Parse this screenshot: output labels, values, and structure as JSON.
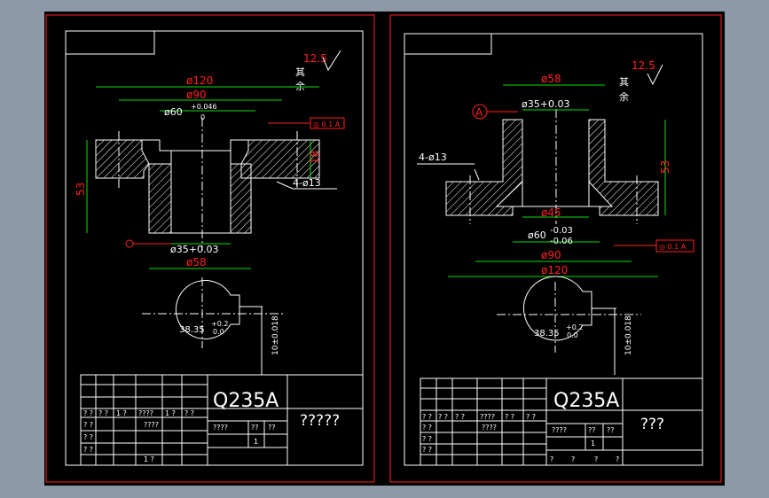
{
  "colors": {
    "background": "#8d99a6",
    "drawing": "#000000",
    "line": "#ffffff",
    "border": "#ff2020",
    "dimension": "#00e000"
  },
  "left_sheet": {
    "roughness": "12.5",
    "roughness_note_line1": "其",
    "roughness_note_line2": "余",
    "dim_d120": "ø120",
    "dim_d90": "ø90",
    "dim_d60": "ø60",
    "dim_d60_upper": "+0.046",
    "dim_d60_lower": "0",
    "dim_d35": "ø35+0.03",
    "dim_d58": "ø58",
    "dim_53": "53",
    "dim_18": "18",
    "holes": "4-ø13",
    "tolerance_box": "◎ 0.1 A",
    "keyway": "38.35",
    "keyway_upper": "+0.2",
    "keyway_lower": "0.0",
    "keyway_width": "10±0.018",
    "material": "Q235A",
    "title": "?????",
    "tb_row1": [
      "? ?",
      "? ?",
      "1  ?",
      "????",
      "1  ?",
      "? ?"
    ],
    "tb_row2": [
      "? ?",
      "????"
    ],
    "tb_row3": [
      "? ?"
    ],
    "tb_row4": [
      "? ?",
      "1  ?"
    ],
    "tb_mid": [
      "????",
      "??",
      "??"
    ],
    "tb_scale": "1"
  },
  "right_sheet": {
    "roughness": "12.5",
    "roughness_note_line1": "其",
    "roughness_note_line2": "余",
    "datum": "A",
    "dim_d58": "ø58",
    "dim_d35": "ø35+0.03",
    "dim_d45": "ø45",
    "dim_d60": "ø60",
    "dim_d60_upper": "-0.03",
    "dim_d60_lower": "-0.06",
    "dim_d90": "ø90",
    "dim_d120": "ø120",
    "dim_53": "53",
    "holes": "4-ø13",
    "tolerance_box": "◎ 0.1 A",
    "keyway": "38.35",
    "keyway_upper": "+0.2",
    "keyway_lower": "0.0",
    "keyway_width": "10±0.018",
    "material": "Q235A",
    "title": "???",
    "tb_row1": [
      "? ?",
      "? ?",
      "? ?",
      "????",
      "? ?",
      "? ?"
    ],
    "tb_row2": [
      "? ?",
      "????"
    ],
    "tb_row3": [
      "? ?"
    ],
    "tb_row4": [
      "? ?"
    ],
    "tb_mid": [
      "????",
      "??",
      "??"
    ],
    "tb_scale": "1",
    "tb_bottom": [
      "?",
      "?",
      "?",
      "?"
    ]
  }
}
